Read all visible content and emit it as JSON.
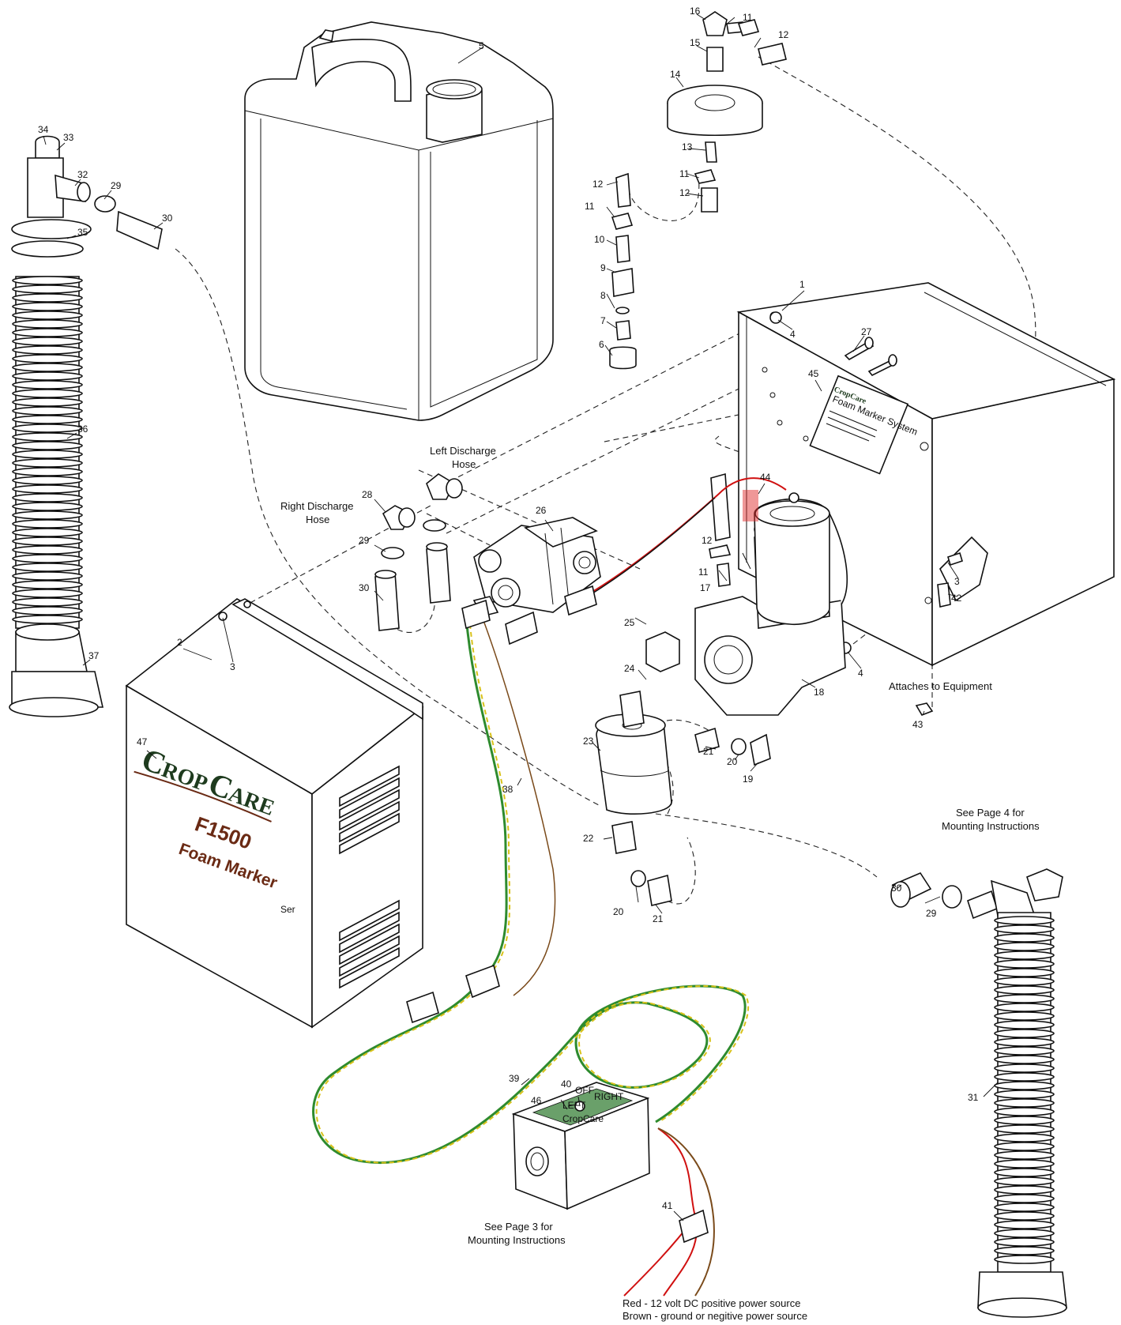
{
  "callouts": [
    {
      "id": "c1",
      "text": "1"
    },
    {
      "id": "c2",
      "text": "2"
    },
    {
      "id": "c3a",
      "text": "3"
    },
    {
      "id": "c3b",
      "text": "3"
    },
    {
      "id": "c4a",
      "text": "4"
    },
    {
      "id": "c4b",
      "text": "4"
    },
    {
      "id": "c5",
      "text": "5"
    },
    {
      "id": "c6",
      "text": "6"
    },
    {
      "id": "c7",
      "text": "7"
    },
    {
      "id": "c8",
      "text": "8"
    },
    {
      "id": "c9",
      "text": "9"
    },
    {
      "id": "c10",
      "text": "10"
    },
    {
      "id": "c11a",
      "text": "11"
    },
    {
      "id": "c11b",
      "text": "11"
    },
    {
      "id": "c11c",
      "text": "11"
    },
    {
      "id": "c11d",
      "text": "11"
    },
    {
      "id": "c12a",
      "text": "12"
    },
    {
      "id": "c12b",
      "text": "12"
    },
    {
      "id": "c12c",
      "text": "12"
    },
    {
      "id": "c12d",
      "text": "12"
    },
    {
      "id": "c13",
      "text": "13"
    },
    {
      "id": "c14",
      "text": "14"
    },
    {
      "id": "c15",
      "text": "15"
    },
    {
      "id": "c16",
      "text": "16"
    },
    {
      "id": "c17",
      "text": "17"
    },
    {
      "id": "c18",
      "text": "18"
    },
    {
      "id": "c19",
      "text": "19"
    },
    {
      "id": "c20a",
      "text": "20"
    },
    {
      "id": "c20b",
      "text": "20"
    },
    {
      "id": "c21a",
      "text": "21"
    },
    {
      "id": "c21b",
      "text": "21"
    },
    {
      "id": "c22",
      "text": "22"
    },
    {
      "id": "c23",
      "text": "23"
    },
    {
      "id": "c24",
      "text": "24"
    },
    {
      "id": "c25",
      "text": "25"
    },
    {
      "id": "c26",
      "text": "26"
    },
    {
      "id": "c27",
      "text": "27"
    },
    {
      "id": "c28",
      "text": "28"
    },
    {
      "id": "c29a",
      "text": "29"
    },
    {
      "id": "c29b",
      "text": "29"
    },
    {
      "id": "c29c",
      "text": "29"
    },
    {
      "id": "c30a",
      "text": "30"
    },
    {
      "id": "c30b",
      "text": "30"
    },
    {
      "id": "c30c",
      "text": "30"
    },
    {
      "id": "c31",
      "text": "31"
    },
    {
      "id": "c32",
      "text": "32"
    },
    {
      "id": "c33",
      "text": "33"
    },
    {
      "id": "c34",
      "text": "34"
    },
    {
      "id": "c35",
      "text": "35"
    },
    {
      "id": "c36",
      "text": "36"
    },
    {
      "id": "c37",
      "text": "37"
    },
    {
      "id": "c38",
      "text": "38"
    },
    {
      "id": "c39",
      "text": "39"
    },
    {
      "id": "c40",
      "text": "40"
    },
    {
      "id": "c41",
      "text": "41"
    },
    {
      "id": "c42",
      "text": "42"
    },
    {
      "id": "c43",
      "text": "43"
    },
    {
      "id": "c44",
      "text": "44"
    },
    {
      "id": "c45",
      "text": "45"
    },
    {
      "id": "c46",
      "text": "46"
    },
    {
      "id": "c47",
      "text": "47"
    }
  ],
  "notes": {
    "left_discharge_1": "Left Discharge",
    "left_discharge_2": "Hose",
    "right_discharge_1": "Right Discharge",
    "right_discharge_2": "Hose",
    "attaches": "Attaches to  Equipment",
    "see_page4_1": "See Page 4 for",
    "see_page4_2": "Mounting Instructions",
    "see_page3_1": "See Page 3 for",
    "see_page3_2": "Mounting Instructions",
    "power_red": "Red - 12 volt DC positive power source",
    "power_brown": "Brown - ground or negitive power source"
  },
  "cabinet": {
    "brand_big_c": "C",
    "brand_rop": "ROP",
    "brand_big_c2": "C",
    "brand_are": "ARE",
    "model": "F1500",
    "subtitle": "Foam Marker",
    "serial": "Ser"
  },
  "switch_box": {
    "label_off": "OFF",
    "label_left": "LEFT",
    "label_right": "RIGHT",
    "brand": "CropCare"
  },
  "bracket_label": {
    "brand": "CropCare",
    "line1": "Foam Marker System"
  },
  "colors": {
    "wire_green": "#2e8b2e",
    "wire_yellow": "#d8c21a",
    "wire_red": "#d01010",
    "wire_brown": "#7a4a1a",
    "brand_green": "#1e3b1e",
    "brand_brown": "#6a2a14"
  }
}
